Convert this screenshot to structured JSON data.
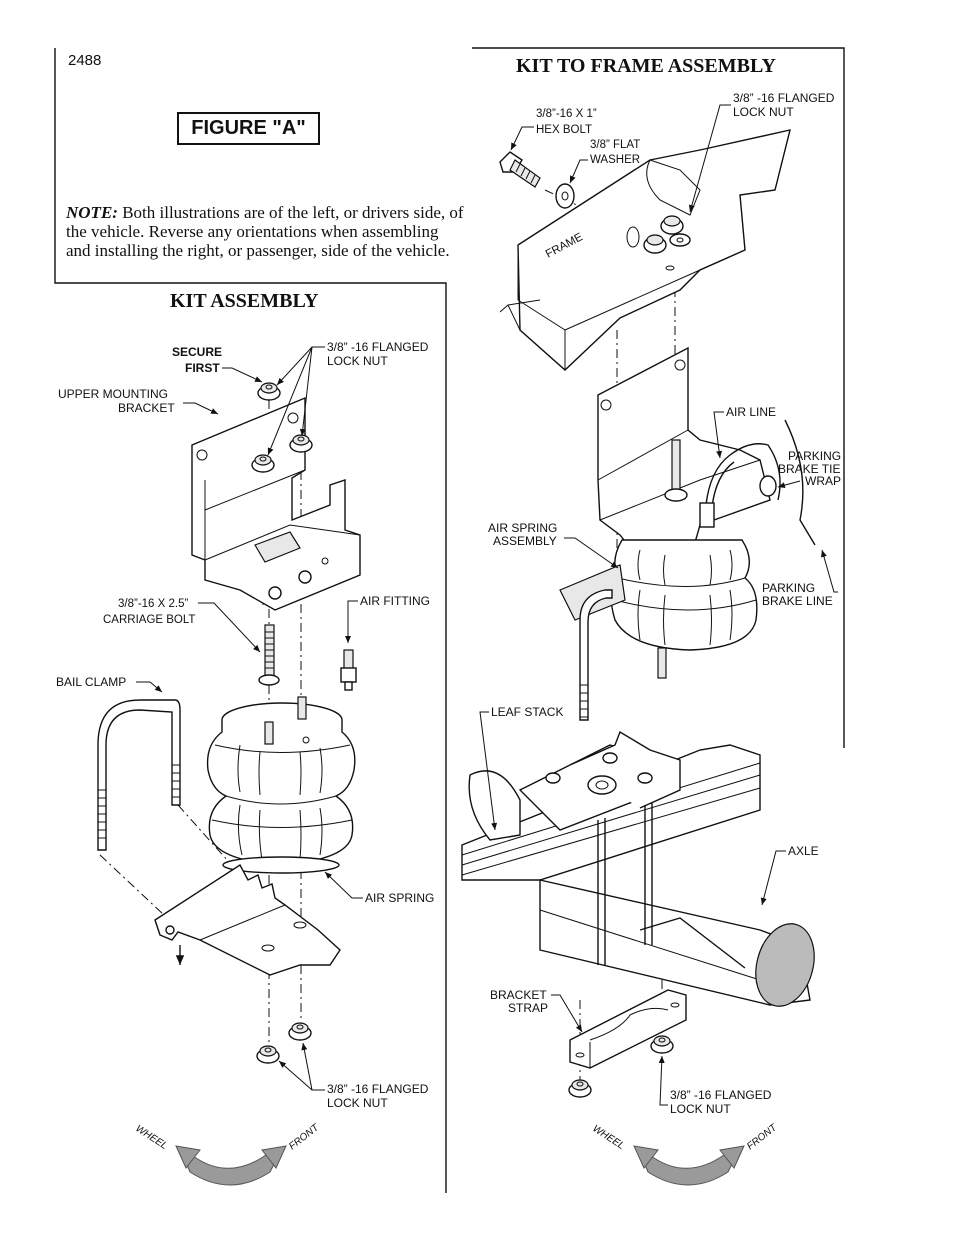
{
  "page_number": "2488",
  "figure_label": "FIGURE \"A\"",
  "note": {
    "lead": "NOTE:",
    "text": "Both illustrations are of the left, or drivers side, of the vehicle.  Reverse any orientations when assembling and installing the right, or passenger, side of the vehicle."
  },
  "kit_assembly": {
    "title": "KIT ASSEMBLY",
    "labels": {
      "secure_first_1": "SECURE",
      "secure_first_2": "FIRST",
      "lock_nut_top_1": "3/8” -16 FLANGED",
      "lock_nut_top_2": "LOCK NUT",
      "upper_bracket_1": "UPPER MOUNTING",
      "upper_bracket_2": "BRACKET",
      "carriage_bolt_1": "3/8”-16 X 2.5”",
      "carriage_bolt_2": "CARRIAGE BOLT",
      "air_fitting": "AIR FITTING",
      "bail_clamp": "BAIL CLAMP",
      "air_spring": "AIR SPRING",
      "lock_nut_bottom_1": "3/8” -16 FLANGED",
      "lock_nut_bottom_2": "LOCK NUT",
      "wheel": "WHEEL",
      "front": "FRONT"
    }
  },
  "kit_to_frame": {
    "title": "KIT TO FRAME ASSEMBLY",
    "labels": {
      "hex_bolt_1": "3/8”-16 X 1”",
      "hex_bolt_2": "HEX BOLT",
      "flat_washer_1": "3/8” FLAT",
      "flat_washer_2": "WASHER",
      "lock_nut_top_1": "3/8” -16 FLANGED",
      "lock_nut_top_2": "LOCK NUT",
      "frame": "FRAME",
      "air_line": "AIR LINE",
      "parking_tie_1": "PARKING",
      "parking_tie_2": "BRAKE TIE",
      "parking_tie_3": "WRAP",
      "air_spring_assembly_1": "AIR SPRING",
      "air_spring_assembly_2": "ASSEMBLY",
      "parking_line_1": "PARKING",
      "parking_line_2": "BRAKE LINE",
      "leaf_stack": "LEAF STACK",
      "axle": "AXLE",
      "bracket_strap_1": "BRACKET",
      "bracket_strap_2": "STRAP",
      "lock_nut_bottom_1": "3/8” -16 FLANGED",
      "lock_nut_bottom_2": "LOCK NUT",
      "wheel": "WHEEL",
      "front": "FRONT"
    }
  },
  "colors": {
    "ink": "#111111",
    "arrow": "#9a9a9a"
  }
}
